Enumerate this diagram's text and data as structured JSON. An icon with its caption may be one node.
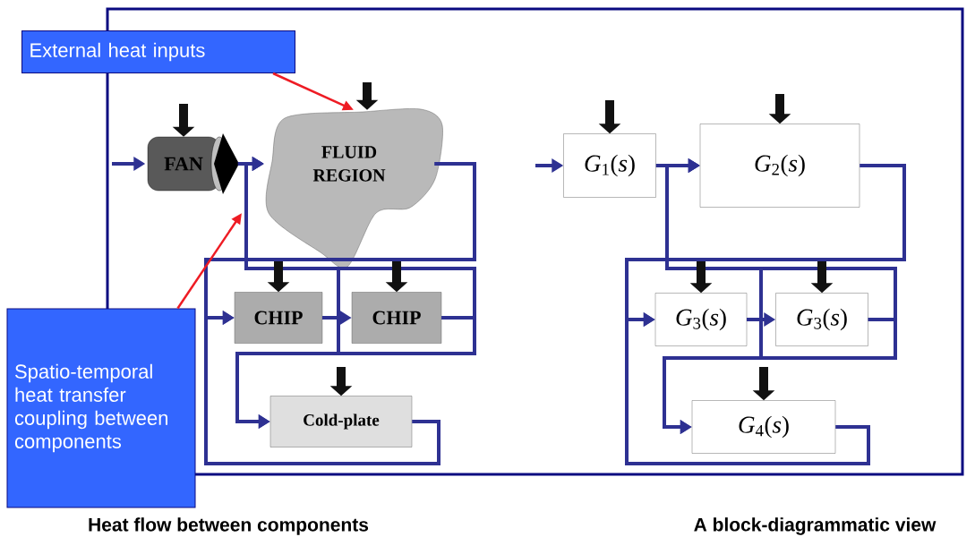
{
  "diagram": {
    "nodes": [
      {
        "text": [
          "External heat inputs"
        ]
      },
      {
        "text": [
          "Spatio-temporal heat transfer coupling between components"
        ]
      },
      {
        "text": [
          "FAN"
        ]
      },
      {
        "text": [
          "FLUID REGION"
        ]
      },
      {
        "text": [
          "CHIP"
        ]
      },
      {
        "text": [
          "CHIP"
        ]
      },
      {
        "text": [
          "Cold-plate"
        ]
      },
      {
        "text": [
          "*G*$_{1}$(*s*)"
        ]
      },
      {
        "text": [
          "*G*$_{2}$(*s*)"
        ]
      },
      {
        "text": [
          "*G*$_{3}$(*s*)"
        ]
      },
      {
        "text": [
          "*G*$_{3}$(*s*)"
        ]
      },
      {
        "text": [
          "*G*$_{4}$(*s*)"
        ]
      }
    ],
    "edges": [
      {
        "from": null,
        "to": 2,
        "arrow": "to"
      },
      {
        "from": 2,
        "to": 3,
        "arrow": "to"
      },
      {
        "from": 3,
        "to": 4,
        "arrow": "to"
      },
      {
        "from": 4,
        "to": 5,
        "arrow": "to"
      },
      {
        "from": 5,
        "to": 3,
        "arrow": "to"
      },
      {
        "from": 4,
        "to": 3,
        "arrow": "to"
      },
      {
        "from": 4,
        "to": 6,
        "arrow": "to"
      },
      {
        "from": 5,
        "to": 6,
        "arrow": "to"
      },
      {
        "from": 6,
        "to": 4,
        "arrow": "to"
      },
      {
        "from": null,
        "to": 2,
        "arrow": "to",
        "style": "thick",
        "color": "#111111"
      },
      {
        "from": null,
        "to": 3,
        "arrow": "to",
        "style": "thick",
        "color": "#111111"
      },
      {
        "from": null,
        "to": 4,
        "arrow": "to",
        "style": "thick",
        "color": "#111111"
      },
      {
        "from": null,
        "to": 5,
        "arrow": "to",
        "style": "thick",
        "color": "#111111"
      },
      {
        "from": null,
        "to": 6,
        "arrow": "to",
        "style": "thick",
        "color": "#111111"
      },
      {
        "from": 0,
        "to": 3,
        "arrow": "to",
        "color": "#ee1c24"
      },
      {
        "from": 1,
        "to": null,
        "arrow": "to",
        "color": "#ee1c24"
      },
      {
        "from": null,
        "to": 7,
        "arrow": "to"
      },
      {
        "from": 7,
        "to": 8,
        "arrow": "to"
      },
      {
        "from": 8,
        "to": 9,
        "arrow": "to"
      },
      {
        "from": 9,
        "to": 10,
        "arrow": "to"
      },
      {
        "from": 10,
        "to": 8,
        "arrow": "to"
      },
      {
        "from": 9,
        "to": 8,
        "arrow": "to"
      },
      {
        "from": 9,
        "to": 11,
        "arrow": "to"
      },
      {
        "from": 10,
        "to": 11,
        "arrow": "to"
      },
      {
        "from": 11,
        "to": 9,
        "arrow": "to"
      },
      {
        "from": null,
        "to": 7,
        "arrow": "to",
        "style": "thick",
        "color": "#111111"
      },
      {
        "from": null,
        "to": 8,
        "arrow": "to",
        "style": "thick",
        "color": "#111111"
      },
      {
        "from": null,
        "to": 9,
        "arrow": "to",
        "style": "thick",
        "color": "#111111"
      },
      {
        "from": null,
        "to": 10,
        "arrow": "to",
        "style": "thick",
        "color": "#111111"
      },
      {
        "from": null,
        "to": 11,
        "arrow": "to",
        "style": "thick",
        "color": "#111111"
      }
    ],
    "labels": [
      "Heat flow between components",
      "A block-diagrammatic view"
    ]
  }
}
